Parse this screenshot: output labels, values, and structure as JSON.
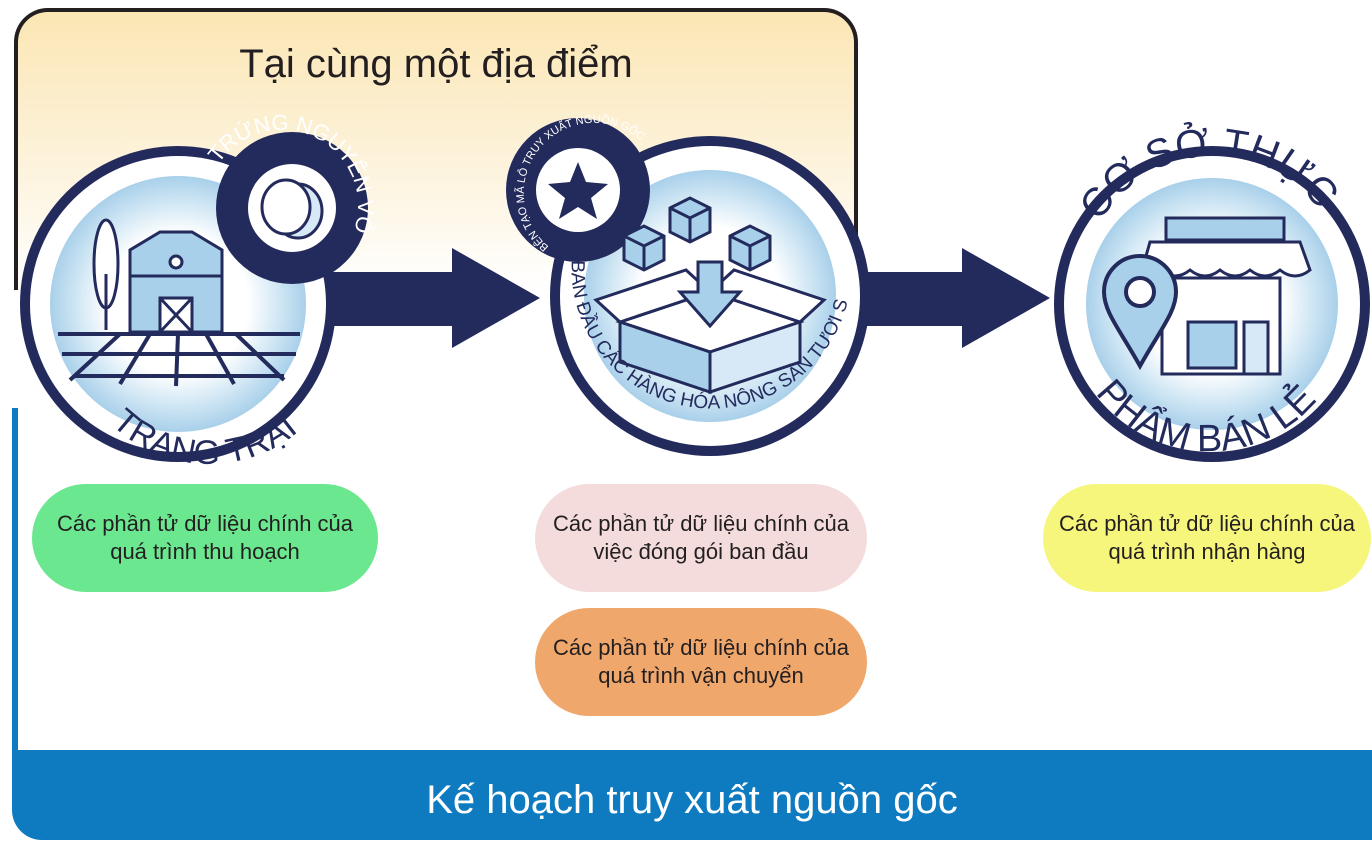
{
  "header": {
    "title": "Tại cùng một địa điểm"
  },
  "stages": {
    "farm": {
      "label": "TRANG TRẠI",
      "badge": "TRỨNG NGUYÊN VỎ"
    },
    "packing": {
      "label_bottom": "ĐÓNG GÓI BAN ĐẦU CÁC HÀNG HÓA NÔNG SẢN TƯƠI SỐNG (RAC)",
      "badge": "BÊN TẠO MÃ LÔ TRUY XUẤT NGUỒN GỐC"
    },
    "retail": {
      "label_top": "CƠ SỞ THỰC",
      "label_bottom": "PHẨM BÁN LẺ"
    }
  },
  "cards": {
    "harvest": "Các phần tử dữ liệu chính của quá trình thu hoạch",
    "packing": "Các phần tử dữ liệu chính của việc đóng gói ban đầu",
    "transport": "Các phần tử dữ liệu chính của quá trình vận chuyển",
    "receiving": "Các phần tử dữ liệu chính của quá trình nhận hàng"
  },
  "footer": {
    "title": "Kế hoạch truy xuất nguồn gốc"
  },
  "colors": {
    "navy": "#232a5c",
    "blue": "#0e7bc0",
    "harvest": "#6be78f",
    "packing": "#f4dcdc",
    "transport": "#f0a76c",
    "receiving": "#f6f57c"
  }
}
